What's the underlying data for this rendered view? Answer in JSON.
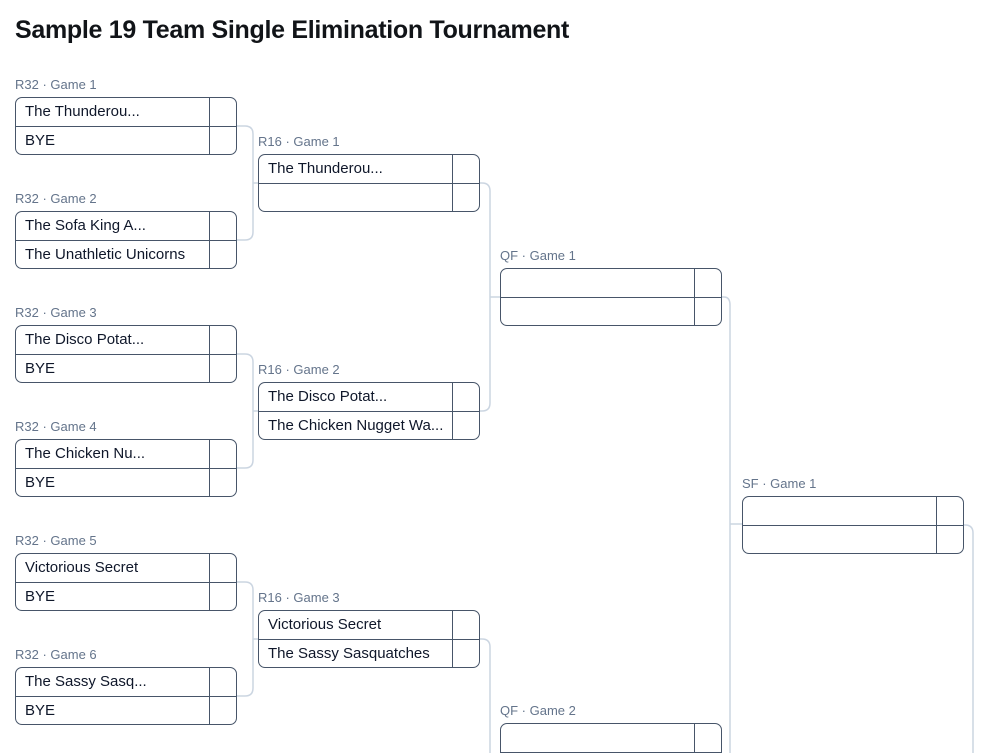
{
  "title": "Sample 19 Team Single Elimination Tournament",
  "colors": {
    "match_border": "#475569",
    "connector": "#cbd5e1",
    "round_label": "#64748b",
    "team_text": "#0f172a",
    "background": "#ffffff"
  },
  "rounds": [
    {
      "name": "R32",
      "matches": [
        {
          "label": "R32 · Game 1",
          "teams": [
            "The Thunderou...",
            "BYE"
          ],
          "scores": [
            "",
            ""
          ]
        },
        {
          "label": "R32 · Game 2",
          "teams": [
            "The Sofa King A...",
            "The Unathletic Unicorns"
          ],
          "scores": [
            "",
            ""
          ]
        },
        {
          "label": "R32 · Game 3",
          "teams": [
            "The Disco Potat...",
            "BYE"
          ],
          "scores": [
            "",
            ""
          ]
        },
        {
          "label": "R32 · Game 4",
          "teams": [
            "The Chicken Nu...",
            "BYE"
          ],
          "scores": [
            "",
            ""
          ]
        },
        {
          "label": "R32 · Game 5",
          "teams": [
            "Victorious Secret",
            "BYE"
          ],
          "scores": [
            "",
            ""
          ]
        },
        {
          "label": "R32 · Game 6",
          "teams": [
            "The Sassy Sasq...",
            "BYE"
          ],
          "scores": [
            "",
            ""
          ]
        }
      ]
    },
    {
      "name": "R16",
      "matches": [
        {
          "label": "R16 · Game 1",
          "teams": [
            "The Thunderou...",
            ""
          ],
          "scores": [
            "",
            ""
          ]
        },
        {
          "label": "R16 · Game 2",
          "teams": [
            "The Disco Potat...",
            "The Chicken Nugget Wa..."
          ],
          "scores": [
            "",
            ""
          ]
        },
        {
          "label": "R16 · Game 3",
          "teams": [
            "Victorious Secret",
            "The Sassy Sasquatches"
          ],
          "scores": [
            "",
            ""
          ]
        }
      ]
    },
    {
      "name": "QF",
      "matches": [
        {
          "label": "QF · Game 1",
          "teams": [
            "",
            ""
          ],
          "scores": [
            "",
            ""
          ]
        },
        {
          "label": "QF · Game 2",
          "teams": [
            "",
            ""
          ],
          "scores": [
            "",
            ""
          ]
        }
      ]
    },
    {
      "name": "SF",
      "matches": [
        {
          "label": "SF · Game 1",
          "teams": [
            "",
            ""
          ],
          "scores": [
            "",
            ""
          ]
        }
      ]
    }
  ]
}
